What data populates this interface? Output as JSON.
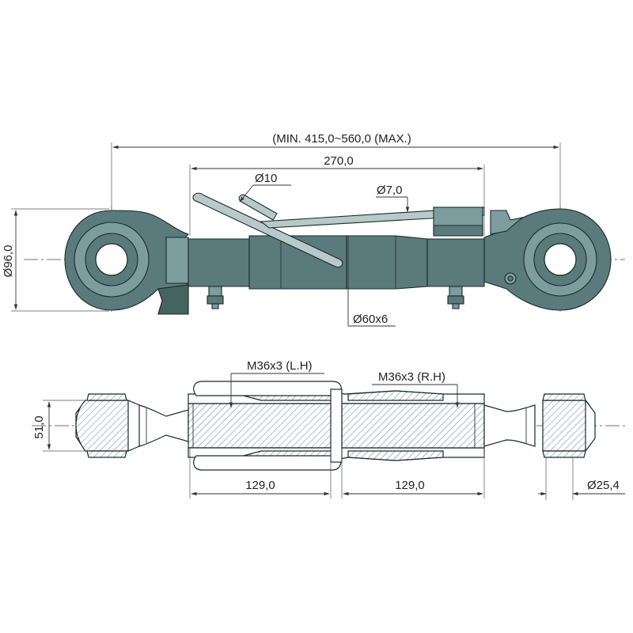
{
  "dimensions": {
    "overall_length": "(MIN. 415,0~560,0 (MAX.)",
    "body_length": "270,0",
    "pin_diameter": "Ø10",
    "lever_diameter": "Ø7,0",
    "eye_height": "Ø96,0",
    "tube_diameter": "Ø60x6",
    "thread_left": "M36x3 (L.H)",
    "thread_right": "M36x3 (R.H)",
    "ball_width": "51,0",
    "left_thread_length": "129,0",
    "right_thread_length": "129,0",
    "ball_bore": "Ø25,4"
  },
  "colors": {
    "body": "#5a7a7c",
    "handle": "#b7c9c9",
    "hatch": "#5f7f80"
  }
}
